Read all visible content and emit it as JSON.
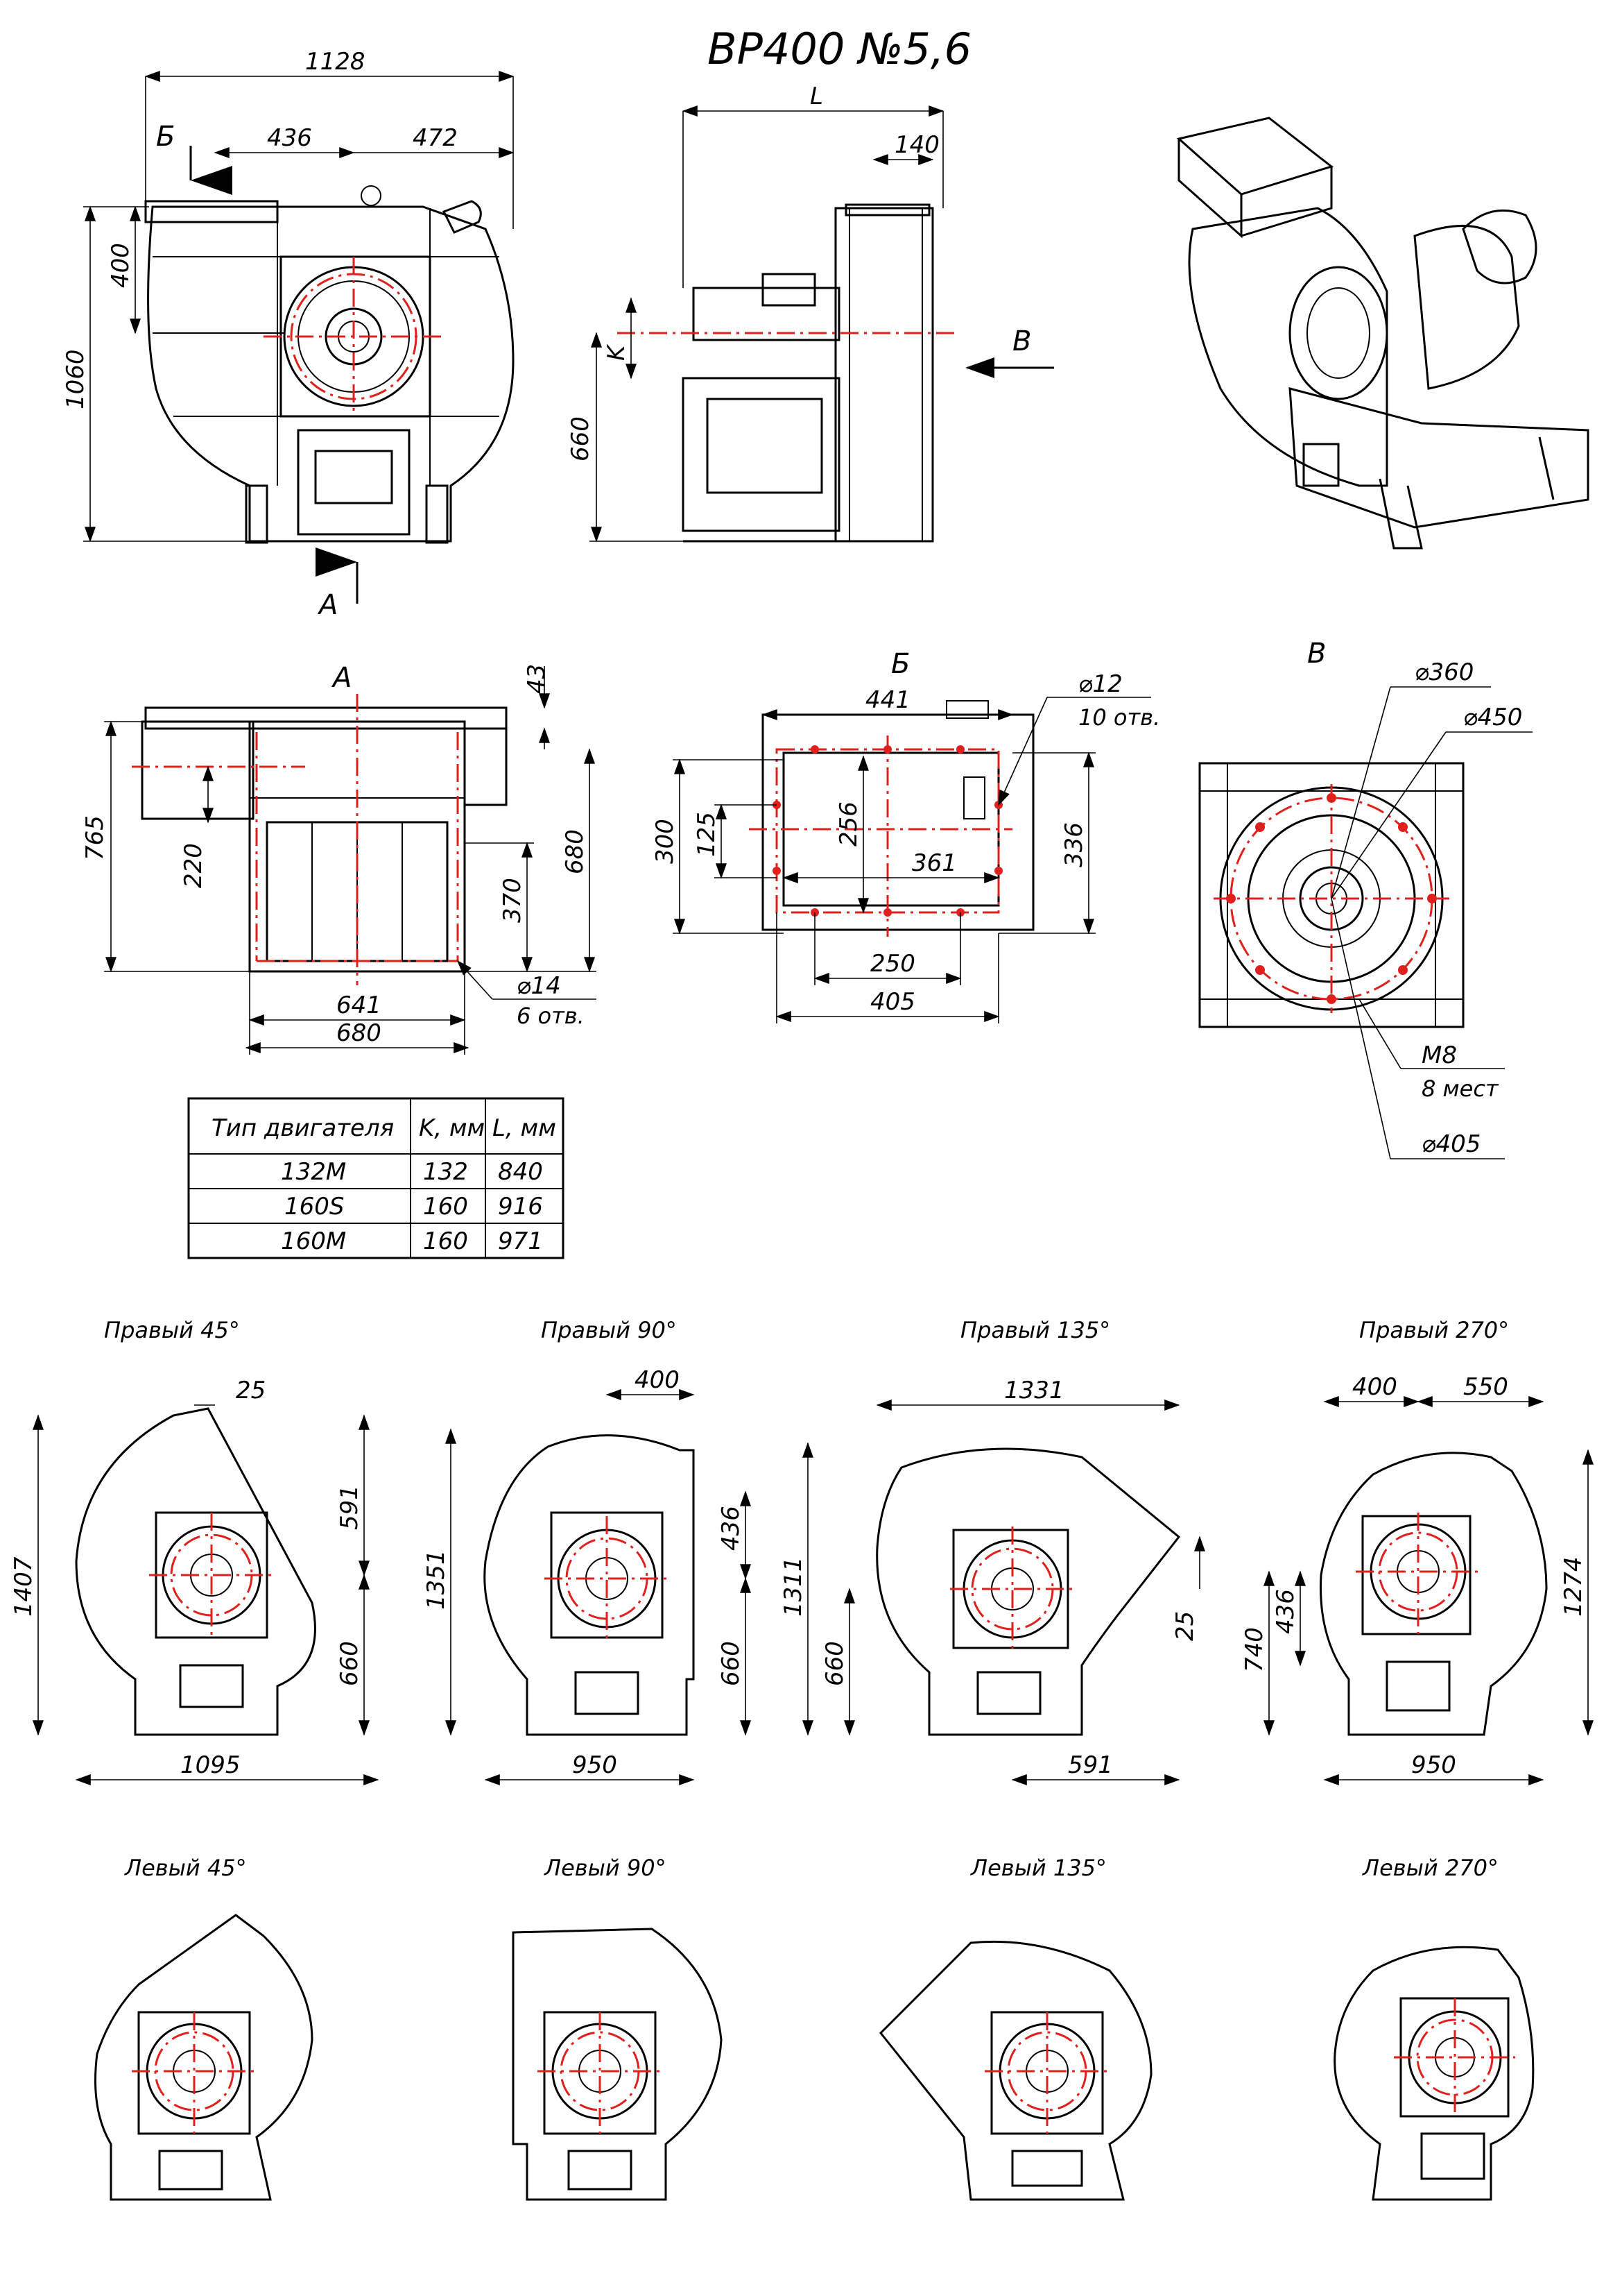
{
  "title": "ВР400 №5,6",
  "view_labels": {
    "arrow_b": "Б",
    "arrow_a": "А",
    "arrow_v": "В",
    "section_a": "А",
    "section_b": "Б",
    "section_v": "В"
  },
  "front_view": {
    "dims": {
      "width": "1128",
      "left": "436",
      "right": "472",
      "outlet": "400",
      "height": "1060"
    }
  },
  "side_view": {
    "dims": {
      "length": "L",
      "offset": "140",
      "k": "K",
      "axis_height": "660"
    }
  },
  "view_a": {
    "dims": {
      "top": "43",
      "h765": "765",
      "h680": "680",
      "h370": "370",
      "h220": "220",
      "w641": "641",
      "w680": "680"
    },
    "holes": "⌀14",
    "holes_note": "6 отв."
  },
  "view_b": {
    "dims": {
      "w441": "441",
      "h300": "300",
      "h336": "336",
      "h125": "125",
      "h256": "256",
      "w361": "361",
      "w250": "250",
      "w405": "405"
    },
    "holes": "⌀12",
    "holes_note": "10 отв."
  },
  "view_v": {
    "dims": {
      "d360": "⌀360",
      "d450": "⌀450",
      "d405": "⌀405"
    },
    "thread": "M8",
    "thread_note": "8 мест"
  },
  "motor_table": {
    "headers": [
      "Тип двигателя",
      "K, мм",
      "L, мм"
    ],
    "rows": [
      [
        "132M",
        "132",
        "840"
      ],
      [
        "160S",
        "160",
        "916"
      ],
      [
        "160M",
        "160",
        "971"
      ]
    ]
  },
  "right_positions": [
    {
      "label": "Правый 45°",
      "dims": {
        "top": "25",
        "right": "591",
        "low": "660",
        "height": "1407",
        "width": "1095"
      }
    },
    {
      "label": "Правый 90°",
      "dims": {
        "top": "400",
        "right": "436",
        "low": "660",
        "height": "1351",
        "width": "950"
      }
    },
    {
      "label": "Правый 135°",
      "dims": {
        "top": "1331",
        "right": "25",
        "low": "660",
        "height": "1311",
        "width": "591"
      }
    },
    {
      "label": "Правый 270°",
      "dims": {
        "top_left": "400",
        "top_right": "550",
        "mid": "436",
        "low": "740",
        "height": "1274",
        "width": "950"
      }
    }
  ],
  "left_positions": [
    {
      "label": "Левый 45°"
    },
    {
      "label": "Левый 90°"
    },
    {
      "label": "Левый 135°"
    },
    {
      "label": "Левый 270°"
    }
  ],
  "colors": {
    "line": "#000000",
    "axis": "#e0201c",
    "paper": "#ffffff"
  }
}
